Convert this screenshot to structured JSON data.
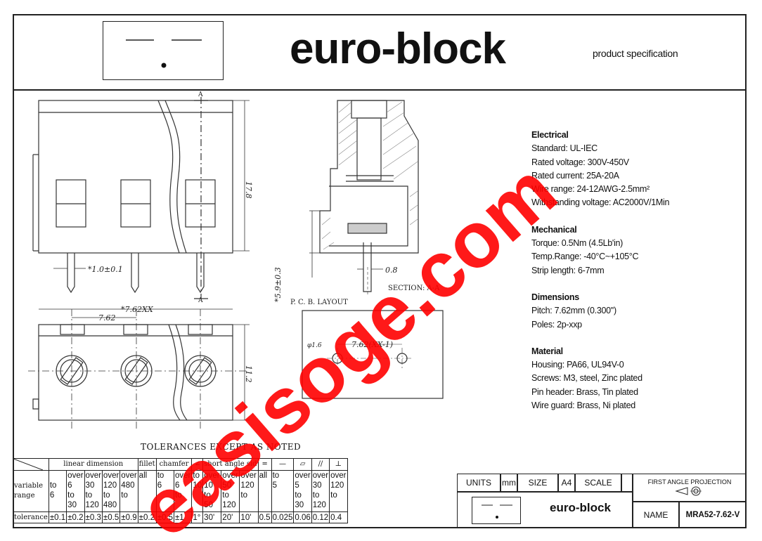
{
  "header": {
    "brand": "euro-block",
    "subtitle": "product specification"
  },
  "drawing_labels": {
    "height_dim": "17.8",
    "pin_dim": "*1.0±0.1",
    "pin_height_dim": "*5.9±0.3",
    "pin_thickness_dim": "0.8",
    "section_label": "SECTION: A-A",
    "section_mark_top": "A",
    "section_mark_bottom": "A",
    "overall_width": "*7.62XX",
    "pitch": "7.62",
    "body_height": "11.2",
    "pcb_title": "P. C. B.  LAYOUT",
    "pcb_hole": "φ1.6",
    "pcb_pitch": "7.62(XX-1)"
  },
  "specs": [
    {
      "title": "Electrical",
      "lines": [
        "Standard: UL-IEC",
        "Rated voltage: 300V-450V",
        "Rated current: 25A-20A",
        "Wire range: 24-12AWG-2.5mm²",
        "Withstanding voltage: AC2000V/1Min"
      ]
    },
    {
      "title": "Mechanical",
      "lines": [
        "Torque: 0.5Nm (4.5Lb'in)",
        "Temp.Range: -40°C~+105°C",
        "Strip length: 6-7mm"
      ]
    },
    {
      "title": "Dimensions",
      "lines": [
        "Pitch: 7.62mm (0.300'')",
        "Poles: 2p-xxp"
      ]
    },
    {
      "title": "Material",
      "lines": [
        "Housing: PA66, UL94V-0",
        "Screws: M3, steel, Zinc plated",
        "Pin header: Brass, Tin plated",
        "Wire guard: Brass, Ni plated"
      ]
    }
  ],
  "tolerances": {
    "title": "TOLERANCES EXCEPT AS NOTED",
    "headers": {
      "linear": "linear dimension",
      "fillet": "fillet",
      "chamfer": "chamfer",
      "angle": "short angle sid"
    },
    "row_label_variable": "variable",
    "row_label_range": "range",
    "row_label_tolerance": "tolerance",
    "ranges": [
      [
        "",
        "to",
        "6"
      ],
      [
        "over",
        "6",
        "to",
        "30"
      ],
      [
        "over",
        "30",
        "to",
        "120"
      ],
      [
        "over",
        "120",
        "to",
        "480"
      ],
      [
        "over",
        "480",
        "to"
      ],
      [
        "all"
      ],
      [
        "to",
        "6"
      ],
      [
        "over",
        "6",
        "to"
      ],
      [
        "to",
        "10"
      ],
      [
        "over",
        "10",
        "to",
        "50"
      ],
      [
        "over",
        "50",
        "to",
        "120"
      ],
      [
        "over",
        "120",
        "to"
      ],
      [
        "all"
      ],
      [
        "to",
        "5"
      ],
      [
        "over",
        "5",
        "to",
        "30"
      ],
      [
        "over",
        "30",
        "to",
        "120"
      ],
      [
        "over",
        "120",
        "to"
      ]
    ],
    "values": [
      "±0.1",
      "±0.2",
      "±0.3",
      "±0.5",
      "±0.9",
      "±0.2",
      "±0.5",
      "±1",
      "1°",
      "30'",
      "20'",
      "10'",
      "0.5",
      "0.025",
      "0.06",
      "0.12",
      "0.4"
    ]
  },
  "titleblock": {
    "units_label": "UNITS",
    "units_value": "mm",
    "size_label": "SIZE",
    "size_value": "A4",
    "scale_label": "SCALE",
    "projection": "FIRST ANGLE PROJECTION",
    "brand": "euro-block",
    "name_label": "NAME",
    "name_value": "MRA52-7.62-V"
  },
  "watermark": "easisoge.com"
}
